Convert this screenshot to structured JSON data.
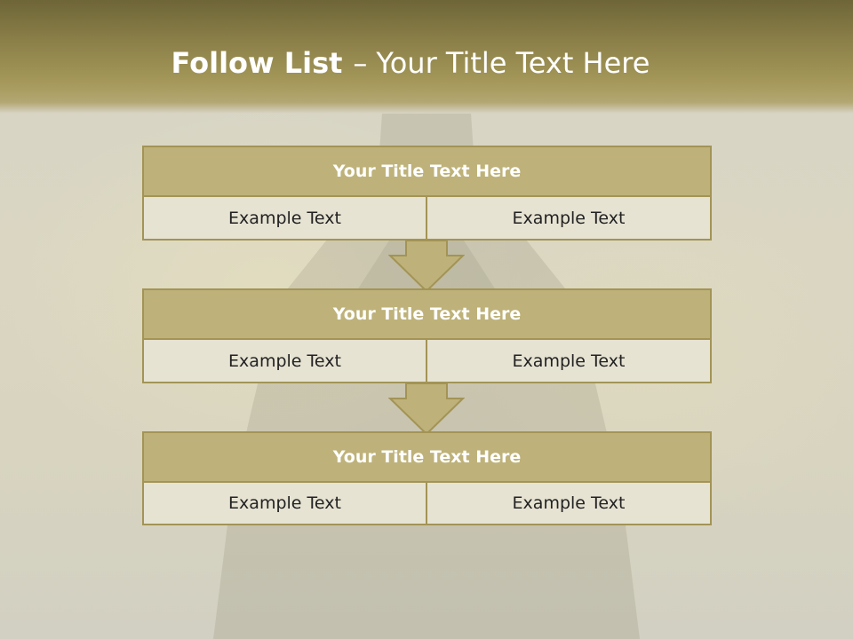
{
  "page": {
    "title_bold": "Follow List",
    "title_sep": "–",
    "title_rest": "Your Title Text Here"
  },
  "blocks": [
    {
      "title": "Your Title Text Here",
      "left": "Example Text",
      "right": "Example Text"
    },
    {
      "title": "Your Title Text Here",
      "left": "Example Text",
      "right": "Example Text"
    },
    {
      "title": "Your Title Text Here",
      "left": "Example Text",
      "right": "Example Text"
    }
  ],
  "colors": {
    "header": "#8a7f48",
    "block_title_fill": "#beb27a",
    "block_border": "#a39456",
    "cell_fill": "#e6e3d3"
  }
}
